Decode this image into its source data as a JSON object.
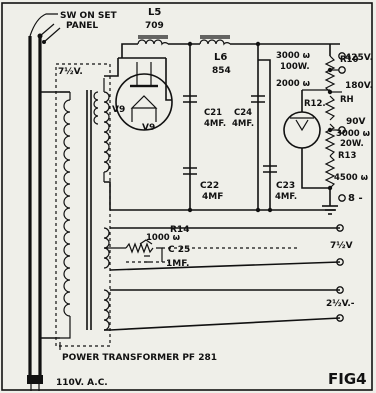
{
  "labels": {
    "switch": "SW ON SET",
    "panel": "PANEL",
    "heater_primary": "7½V.",
    "l5_name": "L5",
    "l5_value": "709",
    "l6_name": "L6",
    "l6_value": "854",
    "v9_left": "V9",
    "v9_right": "V9",
    "c21_name": "C21",
    "c21_value": "4MF.",
    "c24_name": "C24",
    "c24_value": "4MF.",
    "c22_name": "C22",
    "c22_value": "4MF",
    "c23_name": "C23",
    "c23_value": "4MF.",
    "r_3000": "3000 ω",
    "r_100w": "100W.",
    "r_2000": "2000 ω",
    "r10": "R10",
    "rh": "RH",
    "r12": "R12.",
    "r13": "R13",
    "r_3000_20w": "3000 ω",
    "r_20w": "20W.",
    "r_4500": "4500 ω",
    "v425": "425V.",
    "v180": "180V.",
    "v90": "90V",
    "b_minus": "8 -",
    "r14": "R14",
    "r14_value": "1000 ω",
    "c25_name": "C 25",
    "c25_value": "1MF.",
    "out_7v": "7½V",
    "out_2v": "2½V.-",
    "transformer": "POWER TRANSFORMER PF 281",
    "supply": "110V. A.C.",
    "figure": "FIG4"
  }
}
